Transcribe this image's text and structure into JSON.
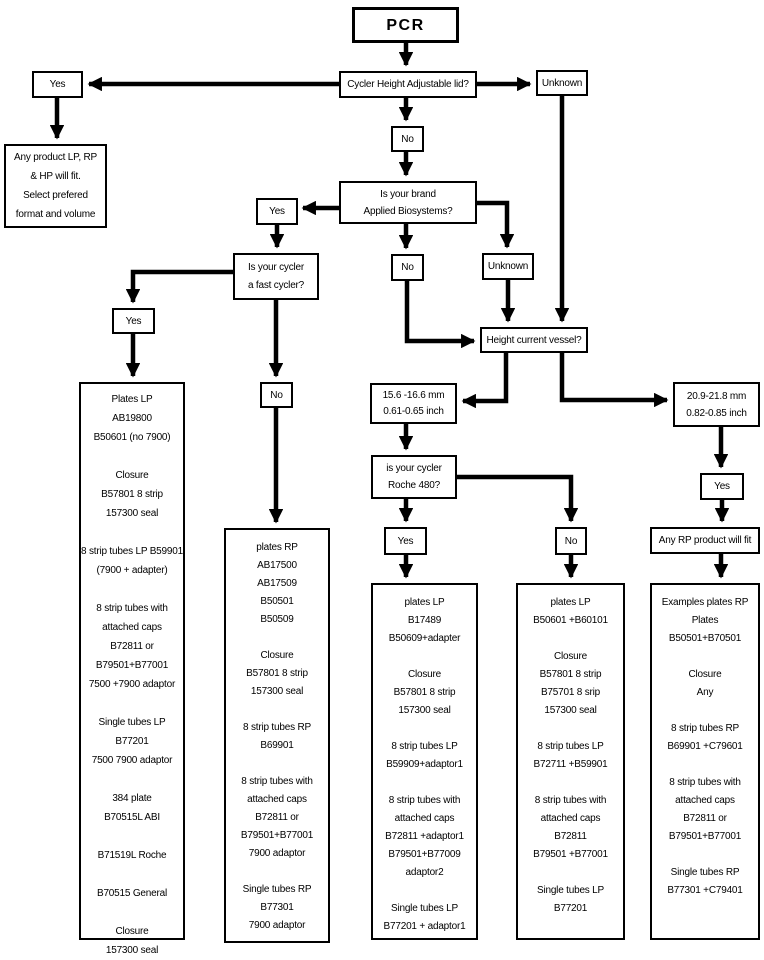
{
  "flow": {
    "pcr": "PCR",
    "q_adjustable_lid": "Cycler Height Adjustable lid?",
    "yes_lid": "Yes",
    "unknown_lid": "Unknown",
    "no_lid": "No",
    "any_product_note": [
      "Any product LP, RP",
      "& HP will fit.",
      "Select prefered",
      "format and volume"
    ],
    "q_brand": [
      "Is your brand",
      "Applied Biosystems?"
    ],
    "yes_brand": "Yes",
    "no_brand": "No",
    "unknown_brand": "Unknown",
    "q_fast_cycler": [
      "Is your cycler",
      "a fast cycler?"
    ],
    "yes_fast": "Yes",
    "no_fast": "No",
    "q_height_vessel": "Height current vessel?",
    "range_small": [
      "15.6 -16.6 mm",
      "0.61-0.65 inch"
    ],
    "range_large": [
      "20.9-21.8 mm",
      "0.82-0.85 inch"
    ],
    "q_roche": [
      "is your cycler",
      "Roche 480?"
    ],
    "yes_height": "Yes",
    "yes_roche": "Yes",
    "no_roche": "No",
    "any_rp_note": "Any RP product will fit",
    "col_fast_lp": [
      "Plates LP",
      "AB19800",
      "B50601 (no 7900)",
      "",
      "Closure",
      "B57801 8 strip",
      "157300 seal",
      "",
      "8 strip tubes LP B59901",
      "(7900 + adapter)",
      "",
      "8 strip tubes with",
      "attached caps",
      "B72811 or",
      "B79501+B77001",
      "7500 +7900 adaptor",
      "",
      "Single tubes LP B77201",
      "7500 7900 adaptor",
      "",
      "384 plate",
      "B70515L ABI",
      "",
      "B71519L Roche",
      "",
      "B70515 General",
      "",
      "Closure",
      "157300 seal"
    ],
    "col_rp_7900": [
      "plates RP",
      "AB17500",
      "AB17509",
      "B50501",
      "B50509",
      "",
      "Closure",
      "B57801 8 strip",
      "157300 seal",
      "",
      "8 strip tubes RP",
      "B69901",
      "",
      "8 strip tubes with",
      "attached caps",
      "B72811 or",
      "B79501+B77001",
      "7900 adaptor",
      "",
      "Single tubes RP",
      "B77301",
      "7900 adaptor"
    ],
    "col_roche_lp": [
      "plates LP",
      "B17489",
      "B50609+adapter",
      "",
      "Closure",
      "B57801 8 strip",
      "157300 seal",
      "",
      "8 strip tubes LP",
      "B59909+adaptor1",
      "",
      "8 strip tubes with",
      "attached caps",
      "B72811 +adaptor1",
      "B79501+B77009",
      "adaptor2",
      "",
      "Single tubes LP",
      "B77201 + adaptor1"
    ],
    "col_lp_standard": [
      "plates LP",
      "B50601 +B60101",
      "",
      "Closure",
      "B57801 8 strip",
      "B75701 8 srip",
      "157300 seal",
      "",
      "8 strip tubes LP",
      "B72711 +B59901",
      "",
      "8 strip tubes with",
      "attached caps",
      "B72811",
      "B79501 +B77001",
      "",
      "Single tubes LP",
      "B77201"
    ],
    "col_rp_examples": [
      "Examples plates RP",
      "Plates",
      "B50501+B70501",
      "",
      "Closure",
      "Any",
      "",
      "8 strip tubes RP",
      "B69901 +C79601",
      "",
      "8 strip tubes with",
      "attached caps",
      "B72811 or",
      "B79501+B77001",
      "",
      "Single tubes RP",
      "B77301 +C79401"
    ]
  }
}
